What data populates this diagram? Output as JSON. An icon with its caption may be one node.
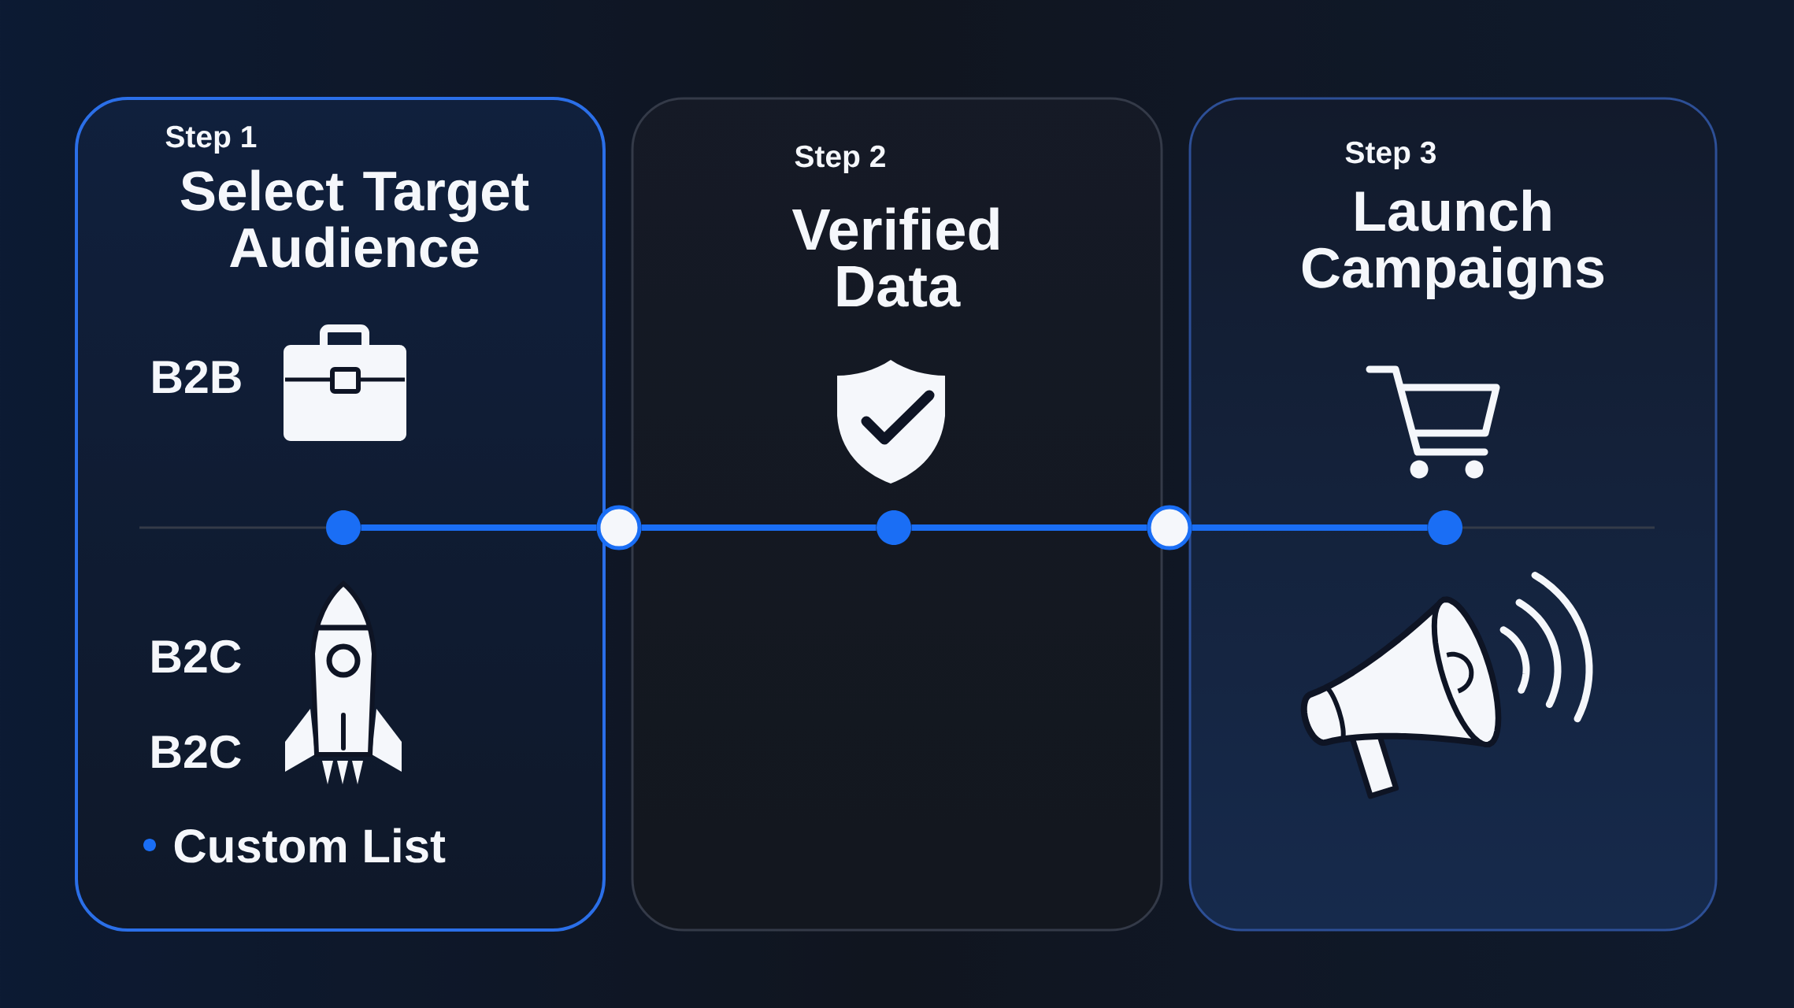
{
  "diagram": {
    "nodes": [
      {
        "text": [
          "Step 1",
          "Select Target Audience",
          "B2B",
          "B2C",
          "B2C",
          "Custom List"
        ]
      },
      {
        "text": [
          "Step 2",
          "Verified Data"
        ]
      },
      {
        "text": [
          "Step 3",
          "Launch Campaigns"
        ]
      },
      {
        "text": [],
        "shape": "circle",
        "in": 0
      },
      {
        "text": [],
        "shape": "circle"
      },
      {
        "text": [],
        "shape": "circle",
        "in": 1
      },
      {
        "text": [],
        "shape": "circle"
      },
      {
        "text": [],
        "shape": "circle",
        "in": 2
      }
    ],
    "edges": [
      {
        "from": 3,
        "to": 4,
        "arrow": "none"
      },
      {
        "from": 4,
        "to": 5,
        "arrow": "none"
      },
      {
        "from": 5,
        "to": 6,
        "arrow": "none"
      },
      {
        "from": 6,
        "to": 7,
        "arrow": "none"
      }
    ]
  }
}
